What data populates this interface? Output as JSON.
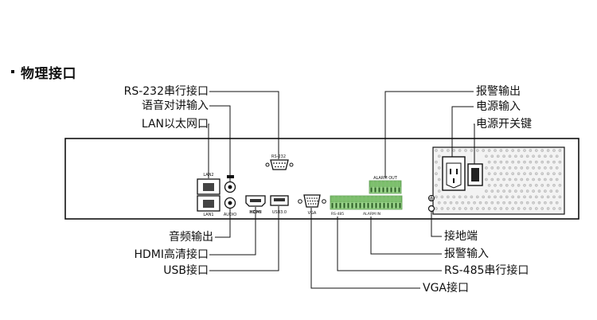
{
  "heading": "物理接口",
  "callouts": {
    "rs232_port": "RS-232串行接口",
    "audio_in": "语音对讲输入",
    "lan_port": "LAN以太网口",
    "alarm_out": "报警输出",
    "power_in": "电源输入",
    "power_switch": "电源开关键",
    "audio_out": "音频输出",
    "hdmi_port": "HDMI高清接口",
    "usb_port": "USB接口",
    "ground": "接地端",
    "alarm_in": "报警输入",
    "rs485_port": "RS-485串行接口",
    "vga_port": "VGA接口"
  },
  "panel_labels": {
    "lan2": "LAN2",
    "lan1": "LAN1",
    "audio": "AUDIO",
    "hdmi": "HDMI",
    "usb": "USB3.0",
    "vga": "VGA",
    "rs232": "RS-232",
    "rs485": "RS-485",
    "alarm_in": "ALARM IN",
    "alarm_out": "ALARM OUT"
  },
  "colors": {
    "line": "#111111",
    "panel": "#ffffff",
    "terminal_green": "#9ad48a",
    "terminal_dark": "#5f9f52"
  }
}
